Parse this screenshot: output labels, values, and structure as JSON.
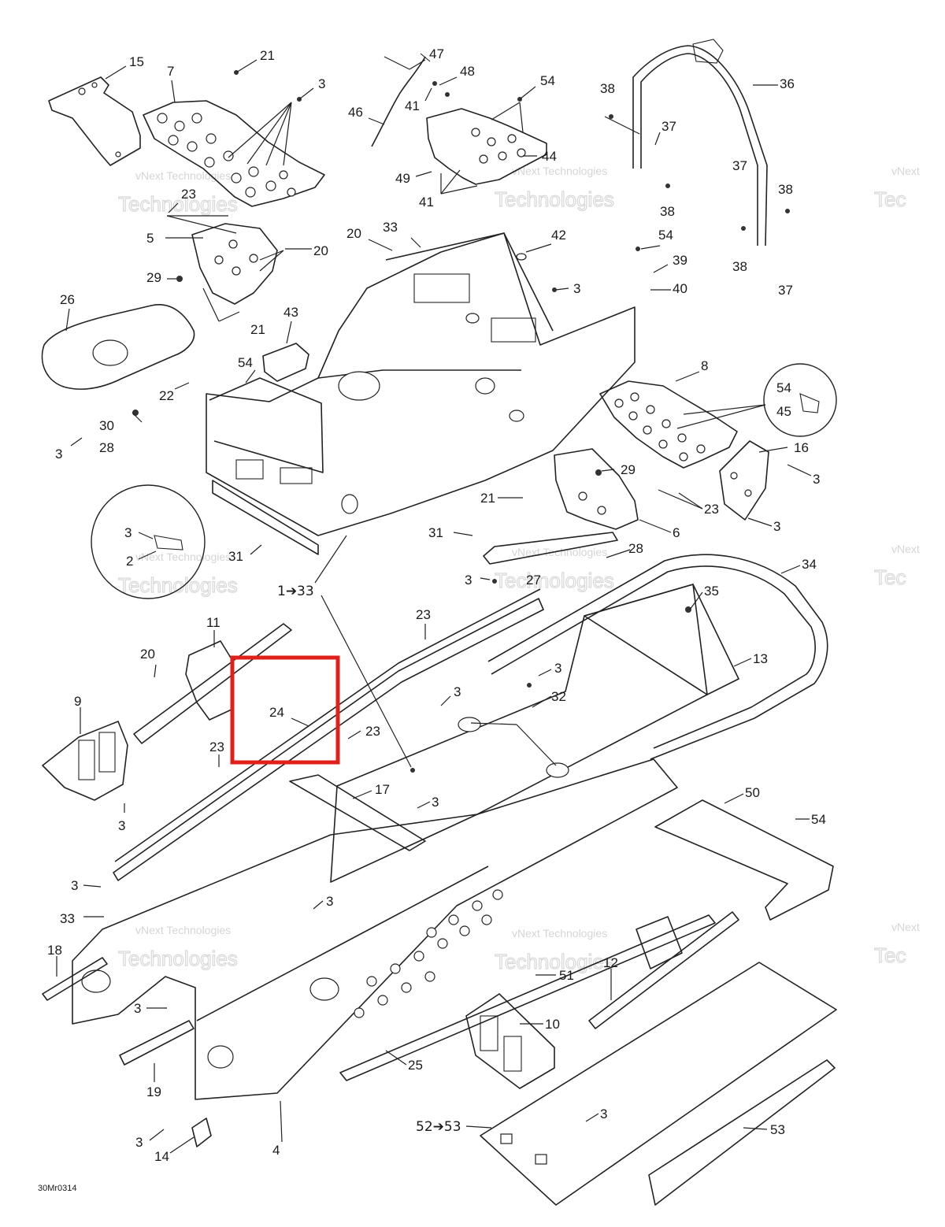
{
  "diagram": {
    "part_code": "30Mr0314",
    "watermark": {
      "line1": "vNext Technologies",
      "line2": "Technologies",
      "edge1": "vNext",
      "edge2": "Tec"
    },
    "highlight": {
      "color": "#e0211b",
      "part": "24"
    },
    "callouts": [
      "15",
      "21",
      "3",
      "7",
      "47",
      "48",
      "54",
      "36",
      "38",
      "46",
      "41",
      "37",
      "44",
      "49",
      "23",
      "5",
      "20",
      "33",
      "42",
      "39",
      "40",
      "29",
      "26",
      "43",
      "22",
      "8",
      "30",
      "28",
      "45",
      "16",
      "2",
      "31",
      "1➔33",
      "6",
      "27",
      "34",
      "35",
      "11",
      "13",
      "32",
      "24",
      "9",
      "17",
      "50",
      "18",
      "12",
      "51",
      "10",
      "19",
      "25",
      "52➔53",
      "14",
      "4",
      "53"
    ]
  }
}
